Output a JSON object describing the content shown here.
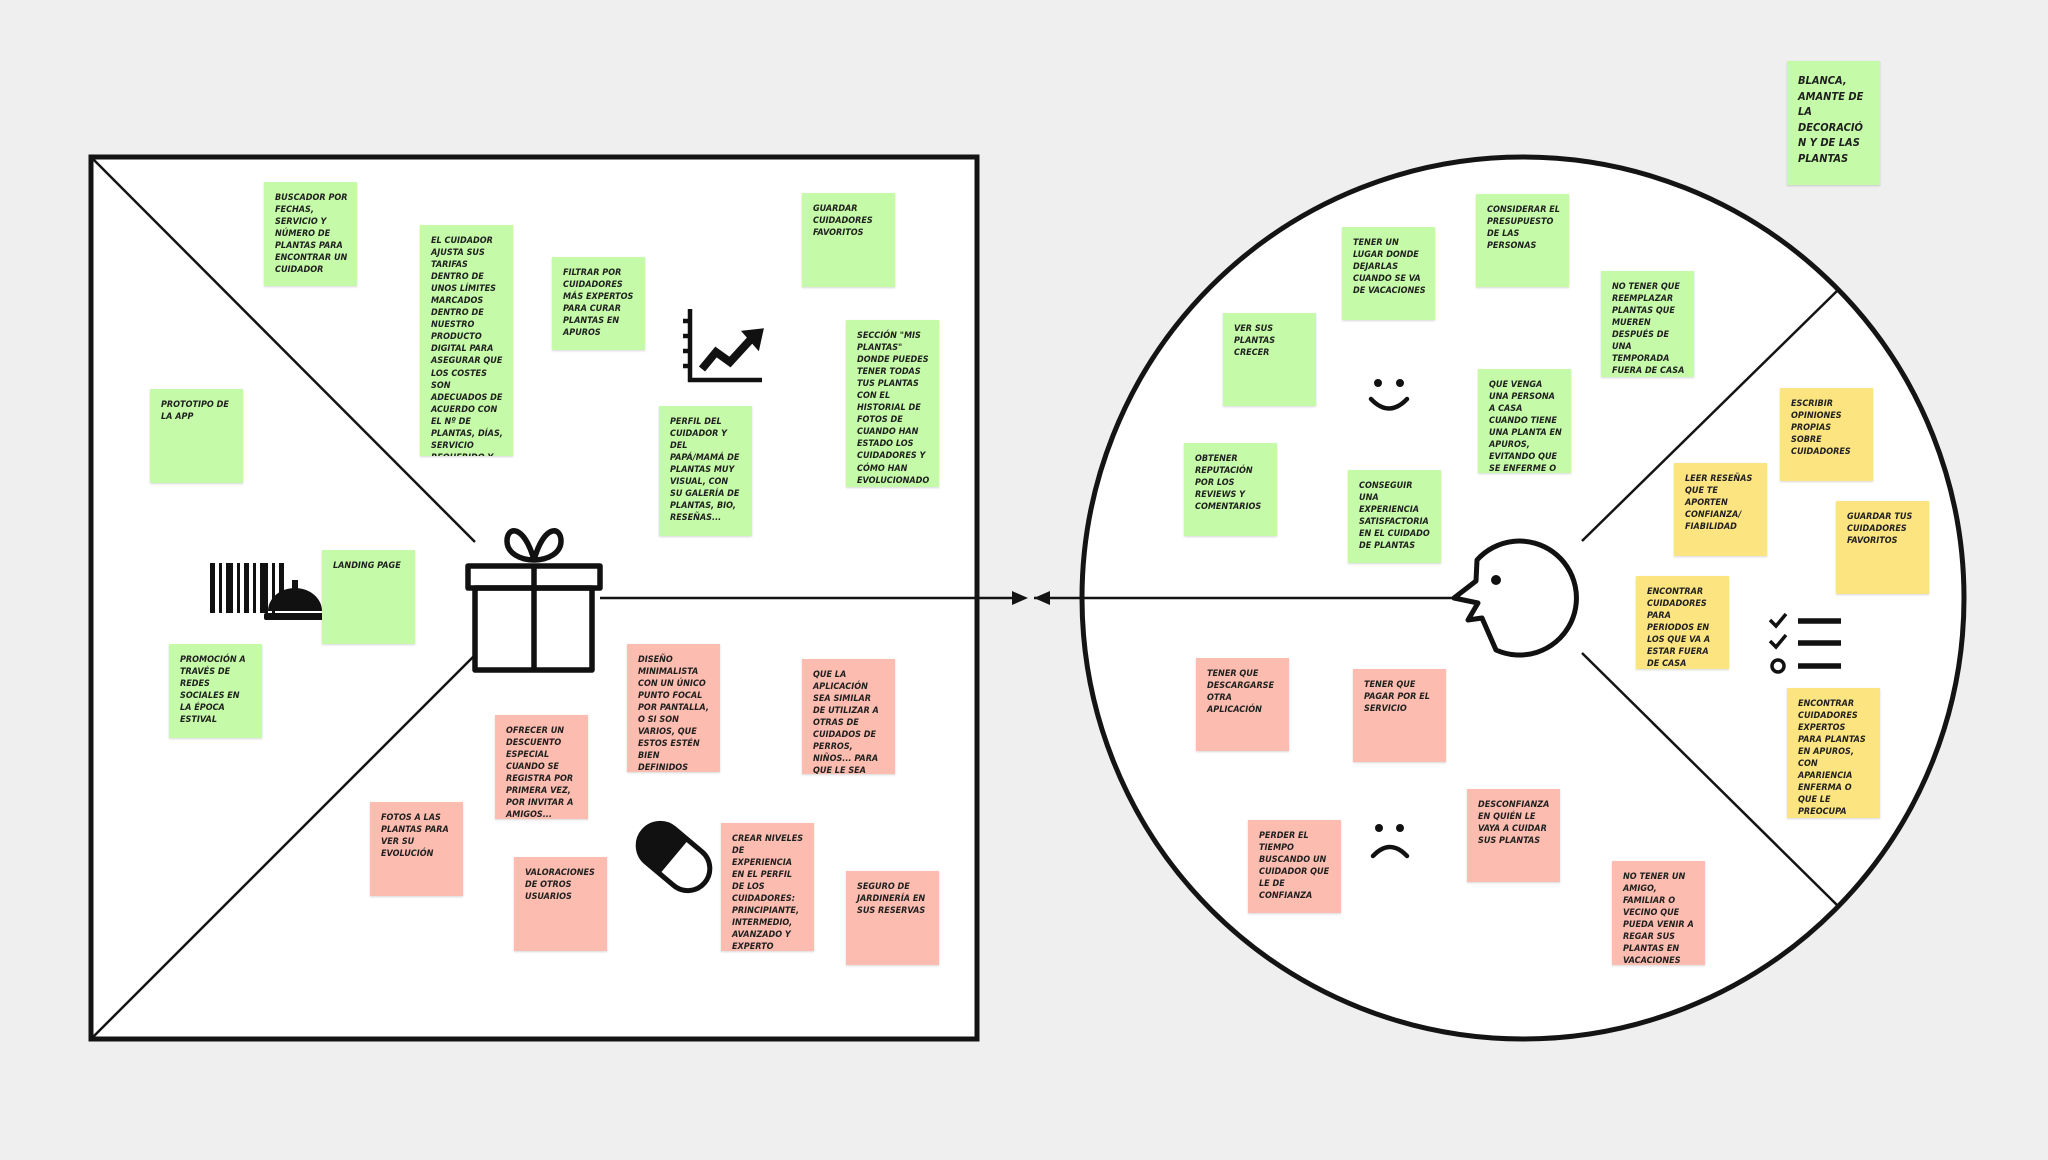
{
  "canvas": {
    "persona": "Blanca, amante de la decoración y de las plantas",
    "value_map": {
      "products_services": [
        "Prototipo de la app",
        "Landing page",
        "Promoción a través de redes sociales en la época estival"
      ],
      "gain_creators": [
        "Buscador por fechas, servicio y número de plantas para encontrar un cuidador",
        "El cuidador ajusta sus tarifas dentro de unos límites marcados dentro de nuestro producto digital para asegurar que los costes son adecuados de acuerdo con el nº de plantas, días, servicio requerido y nivel de experiencia del cuidador",
        "Filtrar por cuidadores más expertos para curar plantas en apuros",
        "Guardar cuidadores favoritos",
        "Sección \"Mis plantas\" donde puedes tener todas tus plantas con el historial de fotos de cuando han estado los cuidadores y cómo han evolucionado",
        "Perfil del cuidador y del papá/mamá de plantas muy visual, con su galería de plantas, bio, reseñas..."
      ],
      "pain_relievers": [
        "Diseño minimalista con un único punto focal por pantalla, o si son varios, que estos estén bien definidos",
        "Que la aplicación sea similar de utilizar a otras de cuidados de perros, niños... para que le sea más intuitiva",
        "Ofrecer un descuento especial cuando se registra por primera vez, por invitar a amigos...",
        "Fotos a las plantas para ver su evolución",
        "Valoraciones de otros usuarios",
        "Crear niveles de experiencia en el perfil de los cuidadores: principiante, intermedio, avanzado y experto",
        "Seguro de jardinería en sus reservas"
      ]
    },
    "customer_profile": {
      "gains": [
        "Tener un lugar donde dejarlas cuando se va de vacaciones",
        "Considerar el presupuesto de las personas",
        "No tener que reemplazar plantas que mueren después de una temporada fuera de casa",
        "Ver sus plantas crecer",
        "Que venga una persona a casa cuando tiene una planta en apuros, evitando que se enferme o muera",
        "Obtener reputación por los reviews y comentarios",
        "Conseguir una experiencia satisfactoria en el cuidado de plantas"
      ],
      "jobs": [
        "Escribir opiniones propias sobre cuidadores",
        "Leer reseñas que te aporten confianza/ fiabilidad",
        "Guardar tus cuidadores favoritos",
        "Encontrar cuidadores para periodos en los que va a estar fuera de casa",
        "Encontrar cuidadores expertos para plantas en apuros, con apariencia enferma o que le preocupa"
      ],
      "pains": [
        "Tener que descargarse otra aplicación",
        "Tener que pagar por el servicio",
        "Desconfianza en quién le vaya a cuidar sus plantas",
        "Perder el tiempo buscando un cuidador que le de confianza",
        "No tener un amigo, familiar o vecino que pueda venir a regar sus plantas en vacaciones"
      ]
    },
    "icons": [
      "gift-icon",
      "growth-chart-icon",
      "barcode-icon",
      "service-bell-icon",
      "pill-icon",
      "customer-face-icon",
      "smiley-face-icon",
      "sad-face-icon",
      "checklist-icon"
    ],
    "colors": {
      "background": "#efefef",
      "green_note": "#c5fba8",
      "pink_note": "#fcbdb0",
      "yellow_note": "#fce581",
      "ink": "#111111"
    }
  }
}
